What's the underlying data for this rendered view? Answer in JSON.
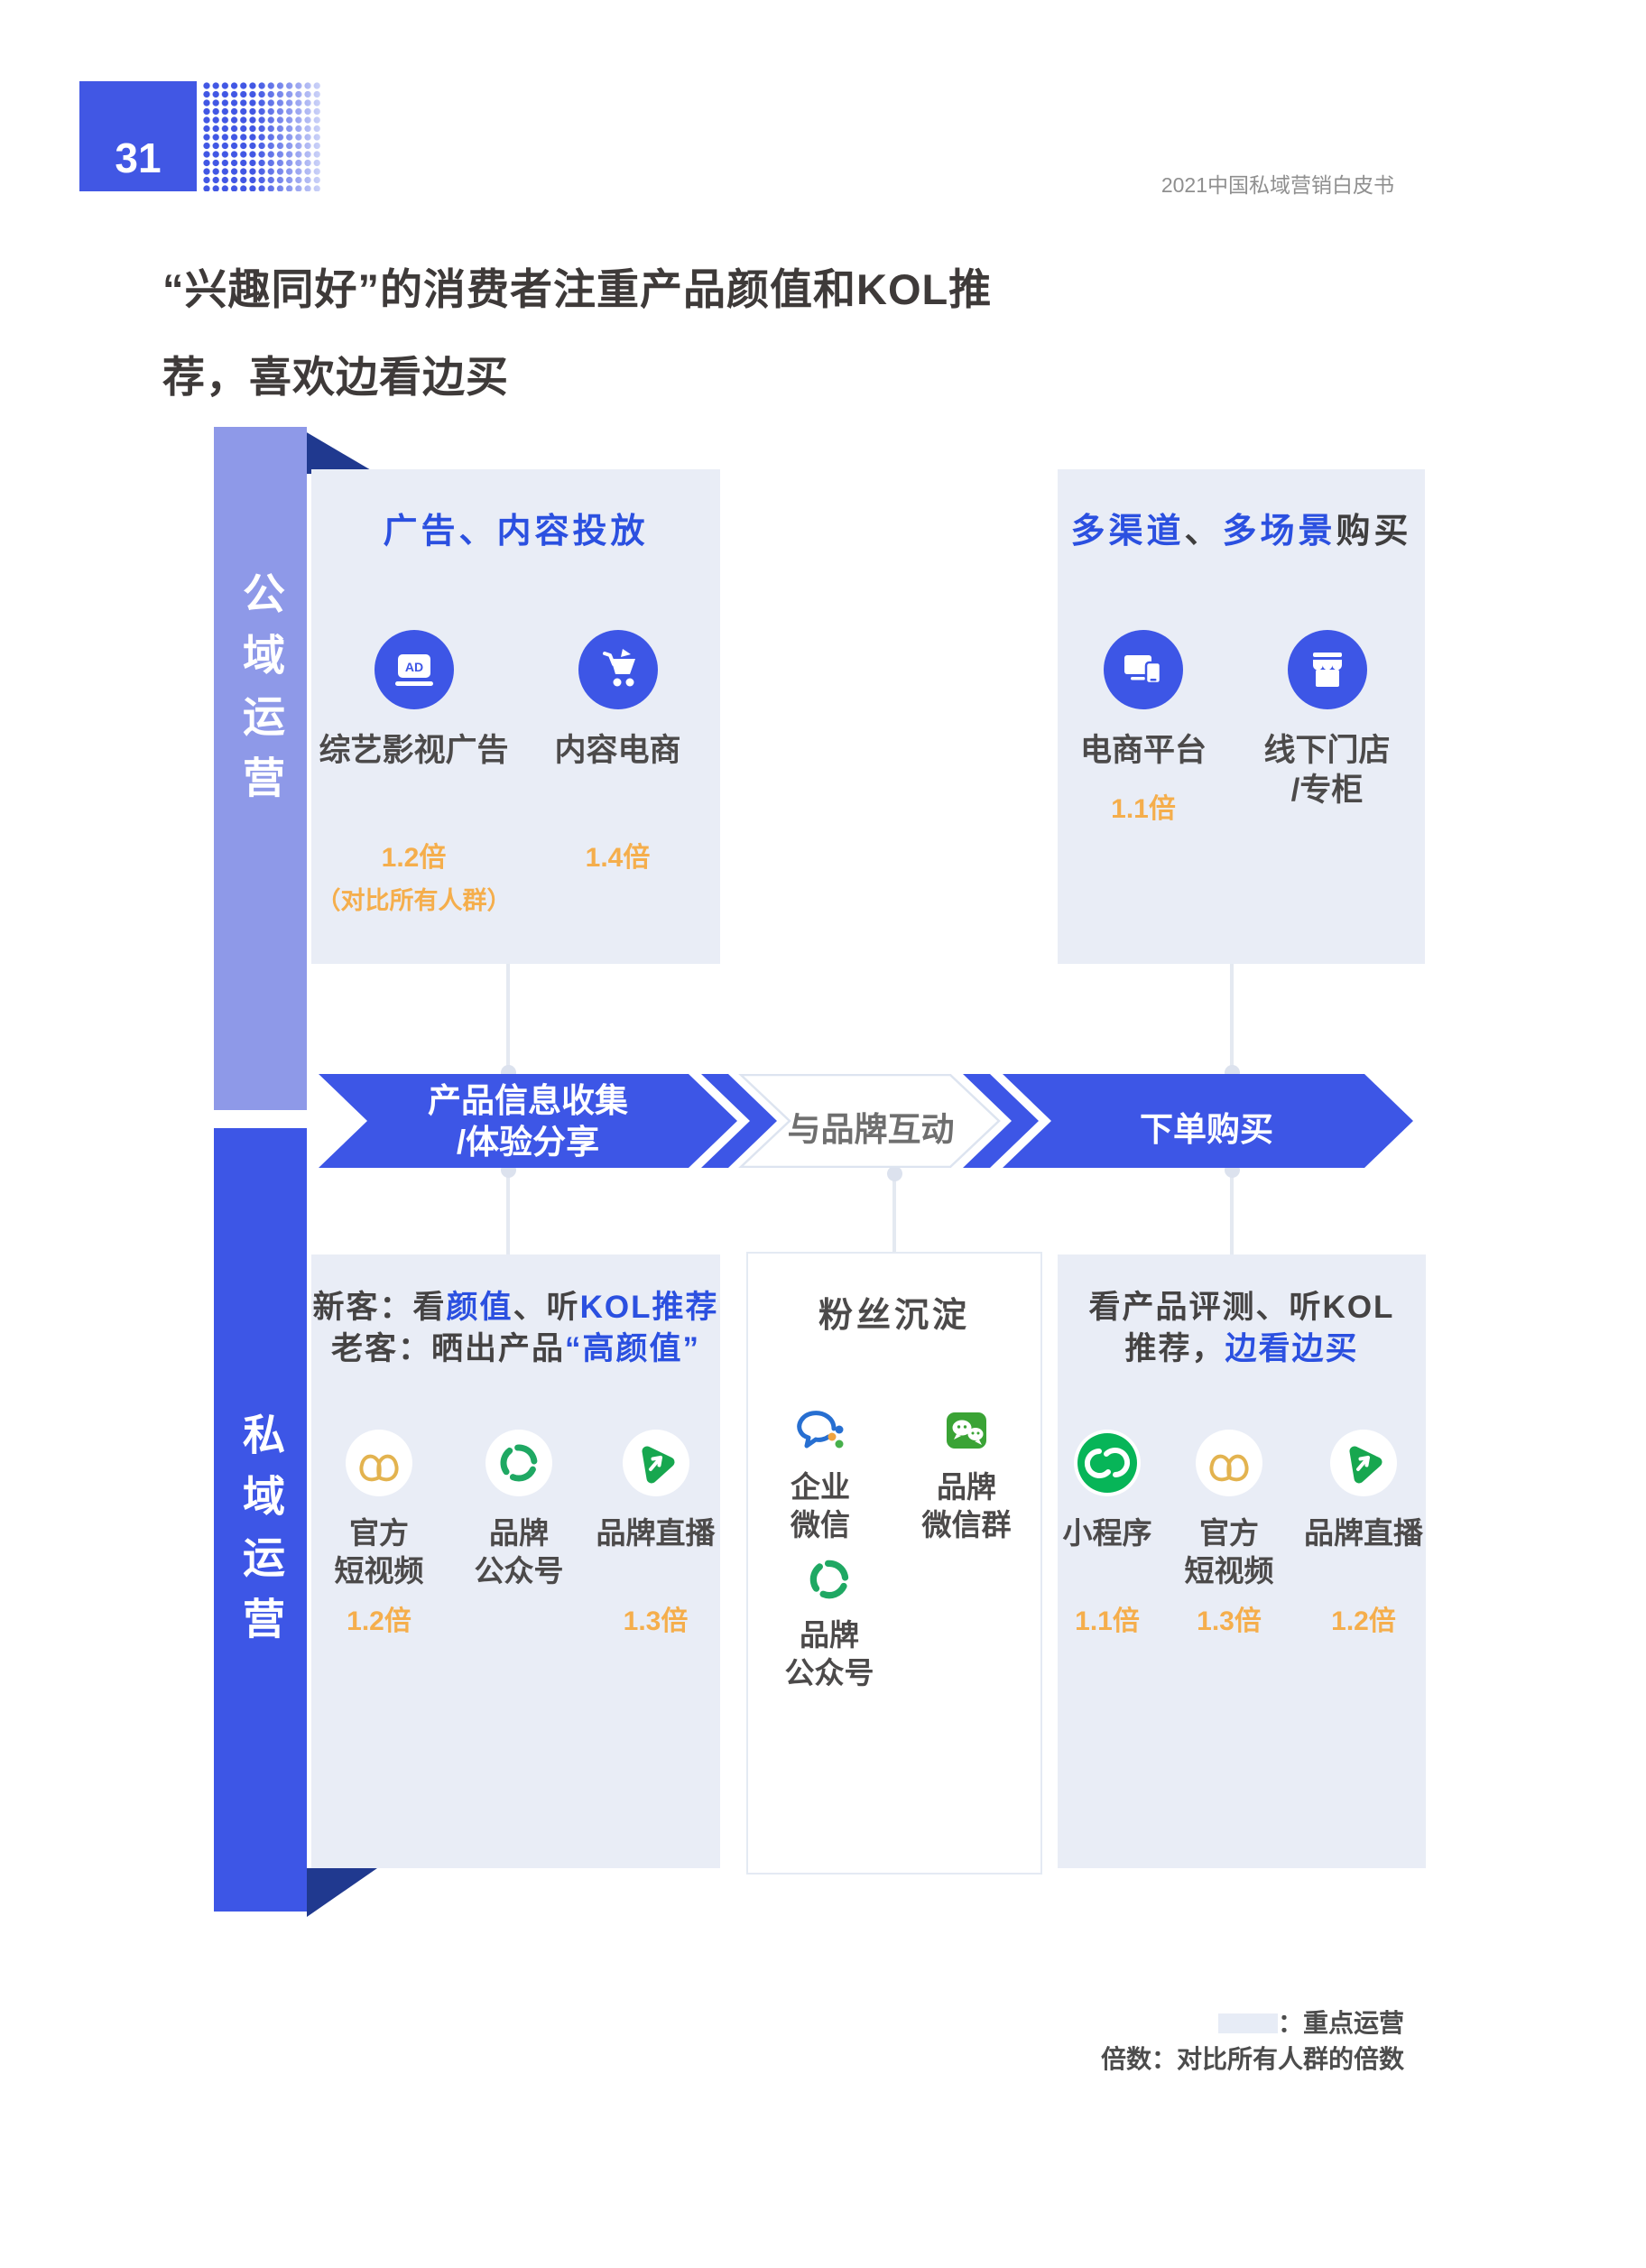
{
  "page": {
    "number": "31",
    "watermark": "2021中国私域营销白皮书",
    "title_line1": "“兴趣同好”的消费者注重产品颜值和KOL推",
    "title_line2": "荐，喜欢边看边买"
  },
  "bars": {
    "public_label": "公域运营",
    "private_label": "私域运营"
  },
  "flow": {
    "step1_line1": "产品信息收集",
    "step1_line2": "/体验分享",
    "step2_label": "与品牌互动",
    "step3_label": "下单购买"
  },
  "panels": {
    "ad_content": {
      "title": "广告、内容投放",
      "items": [
        {
          "icon": "ad-icon",
          "label": "综艺影视广告",
          "value": "1.2倍",
          "note": "（对比所有人群）"
        },
        {
          "icon": "cart-icon",
          "label": "内容电商",
          "value": "1.4倍"
        }
      ]
    },
    "purchase": {
      "title_blue1": "多渠道",
      "title_dark1": "、",
      "title_blue2": "多场景",
      "title_dark2": "购买",
      "items": [
        {
          "icon": "devices-icon",
          "label": "电商平台",
          "value": "1.1倍"
        },
        {
          "icon": "store-icon",
          "label_line1": "线下门店",
          "label_line2": "/专柜"
        }
      ]
    },
    "private_left": {
      "line1_dark1": "新客：看",
      "line1_blue1": "颜值",
      "line1_dark2": "、听",
      "line1_blue2": "KOL推荐",
      "line2_dark1": "老客：晒出产品",
      "line2_blue1": "“高颜值”",
      "items": [
        {
          "icon": "channels-icon",
          "label_line1": "官方",
          "label_line2": "短视频",
          "value": "1.2倍"
        },
        {
          "icon": "official-account-icon",
          "label_line1": "品牌",
          "label_line2": "公众号"
        },
        {
          "icon": "live-icon",
          "label_line1": "品牌直播",
          "value": "1.3倍"
        }
      ]
    },
    "fans": {
      "title": "粉丝沉淀",
      "items": [
        {
          "icon": "wecom-icon",
          "label_line1": "企业",
          "label_line2": "微信"
        },
        {
          "icon": "wechat-group-icon",
          "label_line1": "品牌",
          "label_line2": "微信群"
        },
        {
          "icon": "official-account-icon",
          "label_line1": "品牌",
          "label_line2": "公众号"
        }
      ]
    },
    "private_right": {
      "title_dark1": "看产品评测、听KOL",
      "title_dark2": "推荐，",
      "title_blue1": "边看边买",
      "items": [
        {
          "icon": "miniprogram-icon",
          "label_line1": "小程序",
          "value": "1.1倍"
        },
        {
          "icon": "channels-icon",
          "label_line1": "官方",
          "label_line2": "短视频",
          "value": "1.3倍"
        },
        {
          "icon": "live-icon",
          "label_line1": "品牌直播",
          "value": "1.2倍"
        }
      ]
    }
  },
  "legend": {
    "line1_label": "：重点运营",
    "line2": "倍数：对比所有人群的倍数",
    "swatch_color": "#e7ecf6"
  },
  "colors": {
    "accent_blue": "#3d56e6",
    "light_bar_blue": "#8e99e8",
    "navy_fold": "#20398f",
    "panel_bg": "#e9edf6",
    "text_blue": "#2b50e0",
    "value_orange": "#f5ae4c",
    "wechat_green": "#2fae53",
    "gold": "#e3b34f"
  }
}
